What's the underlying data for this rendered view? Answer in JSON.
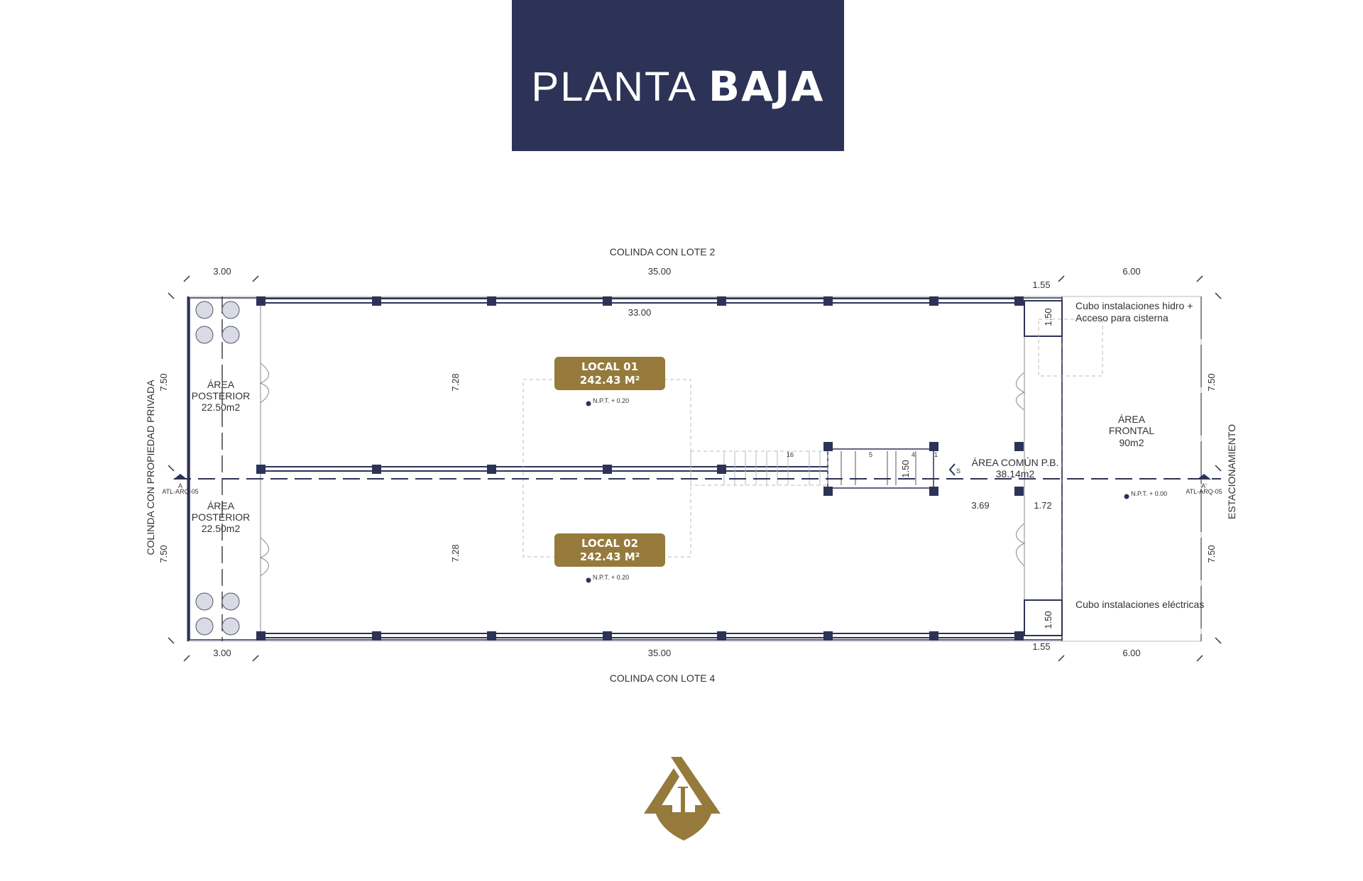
{
  "title": {
    "light": "PLANTA",
    "bold": "BAJA"
  },
  "colors": {
    "navy": "#2d3356",
    "gold": "#957a3c"
  },
  "boundaries": {
    "top": "COLINDA CON LOTE 2",
    "bottom": "COLINDA CON LOTE 4",
    "left": "COLINDA CON PROPIEDAD PRIVADA",
    "right": "ESTACIONAMIENTO"
  },
  "dimensions": {
    "top_rear": "3.00",
    "top_main": "35.00",
    "top_front": "6.00",
    "top_cubo": "1.55",
    "inner_length": "33.00",
    "bottom_rear": "3.00",
    "bottom_main": "35.00",
    "bottom_front": "6.00",
    "bottom_cubo": "1.55",
    "left_upper": "7.50",
    "left_lower": "7.50",
    "right_upper": "7.50",
    "right_lower": "7.50",
    "local_01_depth": "7.28",
    "local_02_depth": "7.28",
    "cubo_hidro_depth": "1.50",
    "cubo_elec_depth": "1.50",
    "stair_width": "1.50",
    "common_a": "3.69",
    "common_b": "1.72",
    "stair_step_16": "16",
    "stair_step_5": "5",
    "stair_step_4": "4",
    "stair_step_1": "1"
  },
  "locals": [
    {
      "name": "LOCAL 01",
      "area": "242.43 M²",
      "level": "N.P.T. + 0.20"
    },
    {
      "name": "LOCAL 02",
      "area": "242.43 M²",
      "level": "N.P.T. + 0.20"
    }
  ],
  "areas": {
    "rear_upper": {
      "l1": "ÁREA",
      "l2": "POSTERIOR",
      "l3": "22.50m2"
    },
    "rear_lower": {
      "l1": "ÁREA",
      "l2": "POSTERIOR",
      "l3": "22.50m2"
    },
    "front": {
      "l1": "ÁREA",
      "l2": "FRONTAL",
      "l3": "90m2"
    },
    "common": {
      "l1": "ÁREA COMÚN P.B.",
      "l2": "38.14m2"
    },
    "front_level": "N.P.T. + 0.00",
    "stair_arrow": "S"
  },
  "notes": {
    "cubo_hidro_1": "Cubo instalaciones hidro +",
    "cubo_hidro_2": "Acceso para cisterna",
    "cubo_elec": "Cubo instalaciones eléctricas"
  },
  "section_marks": {
    "left": "A",
    "left_ref": "ATL-ARQ-05",
    "right": "A'",
    "right_ref": "ATL-ARQ-05"
  },
  "logo": "company-logo"
}
